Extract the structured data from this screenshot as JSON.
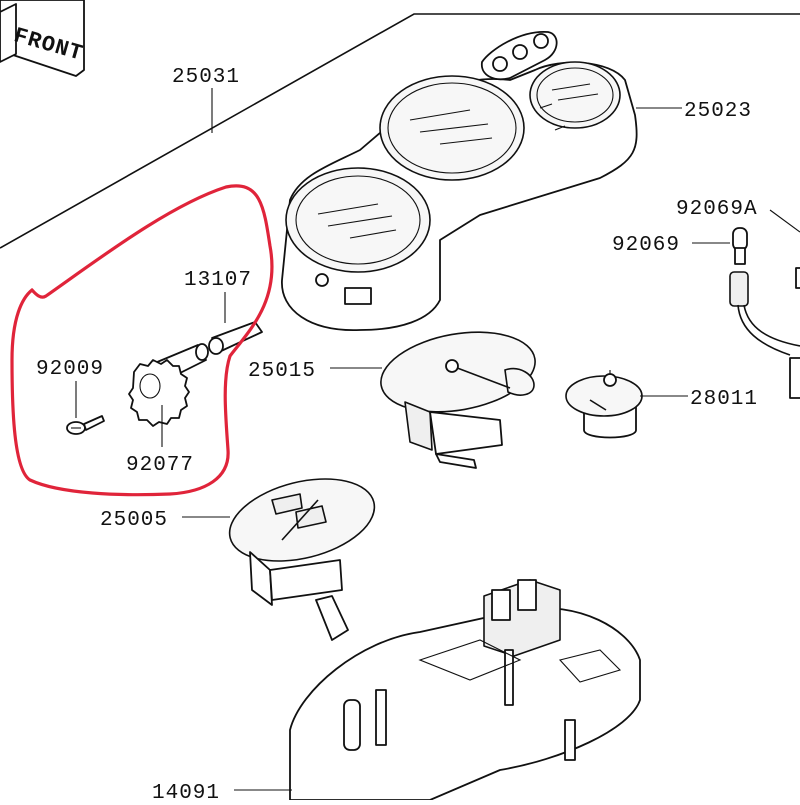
{
  "front_label": "FRONT",
  "parts": {
    "p25031": "25031",
    "p25023": "25023",
    "p92069A": "92069A",
    "p92069": "92069",
    "p13107": "13107",
    "p92009": "92009",
    "p92077": "92077",
    "p25015": "25015",
    "p28011": "28011",
    "p25005": "25005",
    "p14091": "14091"
  },
  "colors": {
    "highlight": "#e0243a",
    "line": "#111111"
  }
}
